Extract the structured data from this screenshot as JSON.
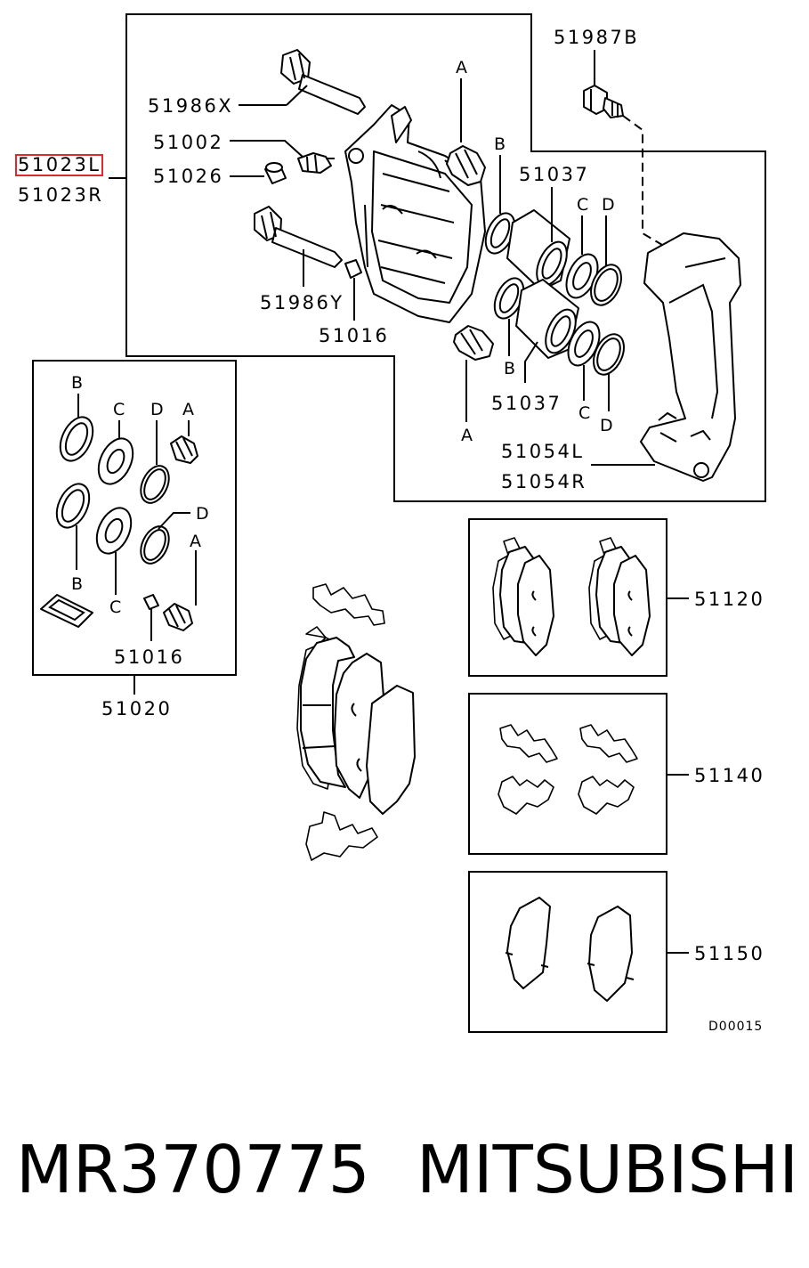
{
  "labels": {
    "bolt_upper": "51986X",
    "bolt_lower": "51986Y",
    "bleeder": "51002",
    "cap": "51026",
    "caliper_left": "51023L",
    "caliper_right": "51023R",
    "bracket_bolt": "51987B",
    "piston_upper": "51037",
    "piston_lower": "51037",
    "sleeve_main": "51016",
    "sleeve_kit": "51016",
    "support_left": "51054L",
    "support_right": "51054R",
    "seal_kit": "51020",
    "pad_set": "51120",
    "clip_kit": "51140",
    "shim_kit": "51150"
  },
  "letters": {
    "a": "A",
    "b": "B",
    "c": "C",
    "d": "D"
  },
  "code": "D00015",
  "footer": {
    "part_number": "MR370775",
    "brand": "MITSUBISHI"
  },
  "colors": {
    "highlight": "#e0292e",
    "line": "#000000",
    "background": "#ffffff"
  }
}
